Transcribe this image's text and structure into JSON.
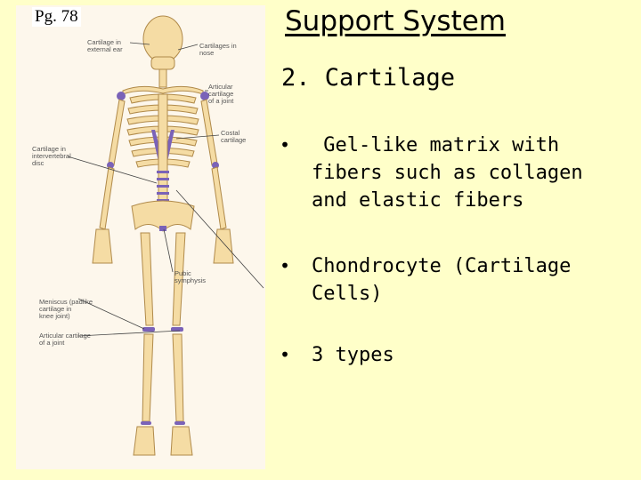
{
  "page_ref": "Pg. 78",
  "title": "Support System",
  "subtitle": "2. Cartilage",
  "bullets": [
    {
      "marker": "•",
      "text": " Gel-like matrix with\nfibers such as collagen\nand elastic fibers"
    },
    {
      "marker": "•",
      "text": "Chondrocyte (Cartilage\nCells)"
    },
    {
      "marker": "•",
      "text": "3 types"
    }
  ],
  "figure_labels": {
    "ear": "Cartilage in\nexternal ear",
    "nose": "Cartilages in\nnose",
    "joint_top": "Articular\ncartilage\nof a joint",
    "costal": "Costal\ncartilage",
    "disc": "Cartilage in\nintervertebral\ndisc",
    "pubic": "Pubic\nsymphysis",
    "meniscus": "Meniscus (padlike\ncartilage in\nknee joint)",
    "joint_bottom": "Articular cartilage\nof a joint"
  },
  "colors": {
    "background": "#ffffc9",
    "bone": "#f5dca4",
    "cartilage": "#7a62b8"
  }
}
